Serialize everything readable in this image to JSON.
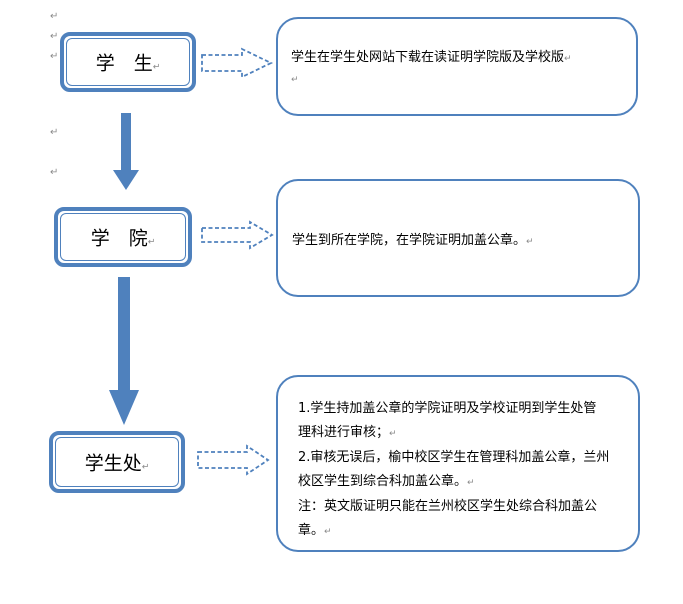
{
  "paragraph_mark": "↵",
  "colors": {
    "accent": "#4f81bd",
    "text": "#000000"
  },
  "nodes": [
    {
      "id": "student",
      "label": "学　生"
    },
    {
      "id": "college",
      "label": "学　院"
    },
    {
      "id": "student_affairs",
      "label": "学生处"
    }
  ],
  "descriptions": {
    "student": {
      "lines": [
        "学生在学生处网站下载在读证明学院版及学校版"
      ]
    },
    "college": {
      "lines": [
        "学生到所在学院，在学院证明加盖公章。"
      ]
    },
    "student_affairs": {
      "lines": [
        "1.学生持加盖公章的学院证明及学校证明到学生处管",
        "理科进行审核；",
        "2.审核无误后，榆中校区学生在管理科加盖公章，兰州",
        "校区学生到综合科加盖公章。",
        "注：英文版证明只能在兰州校区学生处综合科加盖公",
        "章。"
      ]
    }
  }
}
